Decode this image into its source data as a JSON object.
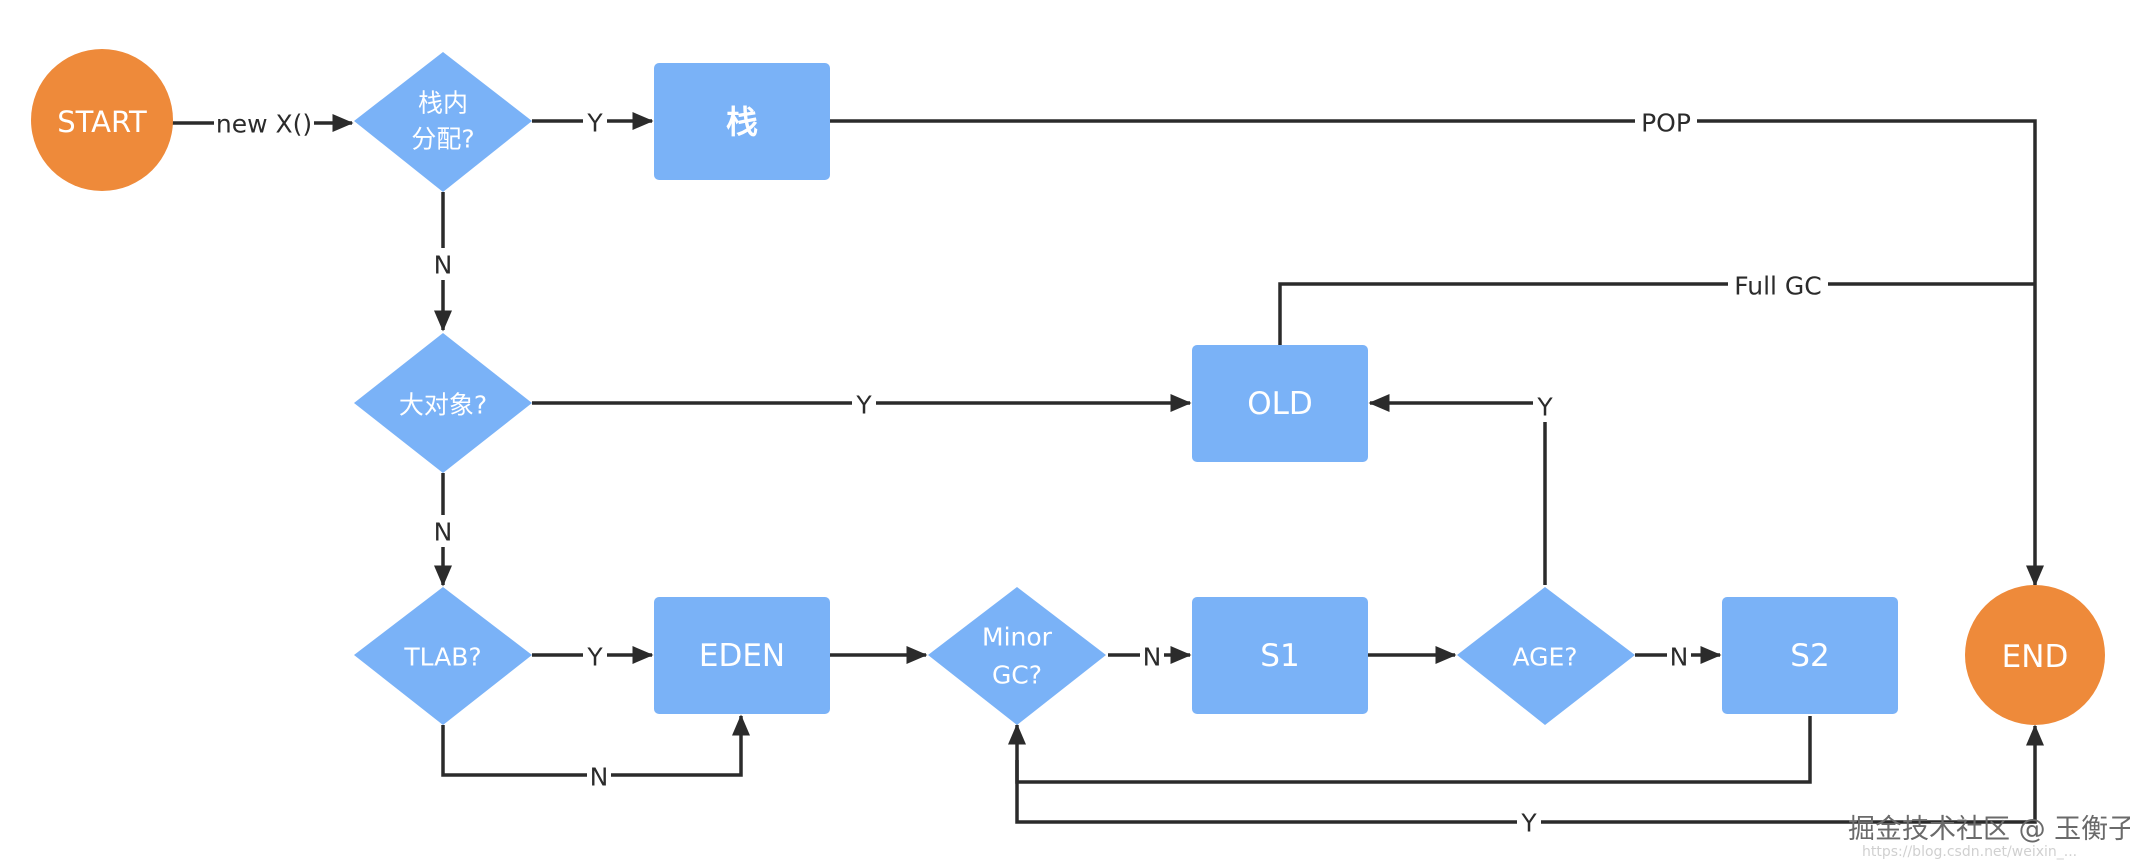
{
  "nodes": {
    "start": "START",
    "end": "END",
    "stack_alloc_q": [
      "栈内",
      "分配?"
    ],
    "stack": "栈",
    "large_object_q": "大对象?",
    "old": "OLD",
    "tlab_q": "TLAB?",
    "eden": "EDEN",
    "minor_gc_q": [
      "Minor",
      "GC?"
    ],
    "s1": "S1",
    "age_q": "AGE?",
    "s2": "S2"
  },
  "edge_labels": {
    "new_x": "new X()",
    "stack_yes": "Y",
    "stack_no": "N",
    "pop": "POP",
    "full_gc": "Full GC",
    "large_yes": "Y",
    "large_no": "N",
    "tlab_yes": "Y",
    "tlab_no": "N",
    "minor_no": "N",
    "age_yes": "Y",
    "age_no": "N",
    "minor_yes": "Y"
  },
  "watermark": {
    "text": "掘金技术社区 @ 玉衡子",
    "url": "https://blog.csdn.net/weixin_..."
  },
  "colors": {
    "terminal": "#EE8A3A",
    "process": "#7AB2F7",
    "edge": "#2B2B2B"
  }
}
